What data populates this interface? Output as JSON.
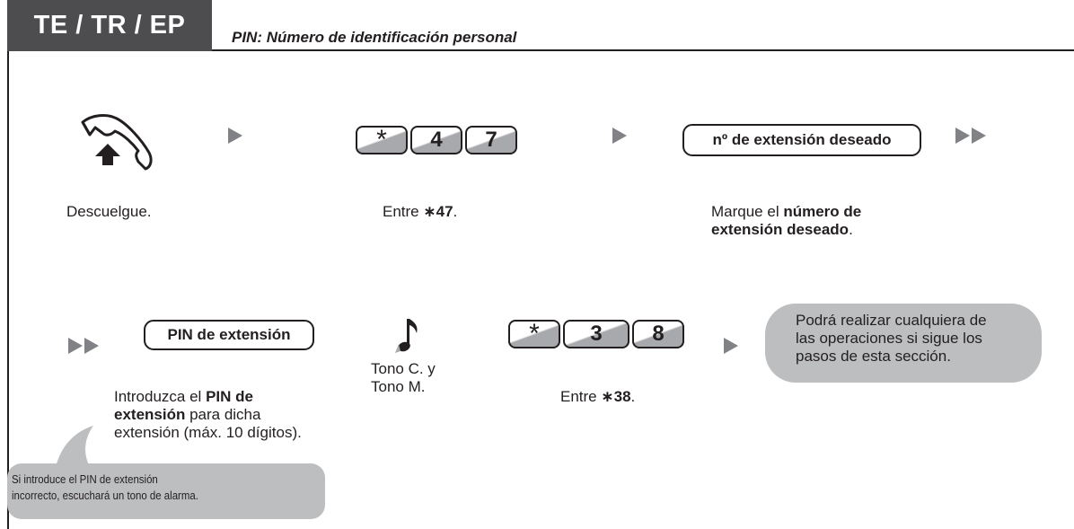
{
  "header": {
    "tab_label": "TE / TR / EP",
    "subtitle": "PIN: Número de identificación personal"
  },
  "steps": {
    "off_hook": {
      "icon": "off-hook-handset-icon",
      "label": "Descuelgue."
    },
    "code1": {
      "keys": [
        "*",
        "4",
        "7"
      ],
      "prefix": "Entre ",
      "star": "∗",
      "digits": "47",
      "suffix": "."
    },
    "dial_ext": {
      "button_label": "nº de extensión deseado",
      "text_a": "Marque el ",
      "text_b_bold": "número de",
      "text_c_bold": "extensión deseado",
      "text_d": "."
    },
    "pin": {
      "button_label": "PIN de extensión",
      "line1_a": "Introduzca el ",
      "line1_b_bold": "PIN de",
      "line2_a_bold": "extensión",
      "line2_b": " para dicha",
      "line3": "extensión (máx. 10 dígitos)."
    },
    "tone": {
      "icon": "music-note-icon",
      "line1": "Tono C. y",
      "line2": "Tono M."
    },
    "code2": {
      "keys": [
        "*",
        "3",
        "8"
      ],
      "prefix": "Entre ",
      "star": "∗",
      "digits": "38",
      "suffix": "."
    },
    "result": {
      "line1": "Podrá realizar cualquiera de",
      "line2": "las operaciones si sigue los",
      "line3": "pasos de esta sección."
    }
  },
  "note": {
    "line1": "Si introduce el PIN de extensión",
    "line2": "incorrecto, escuchará un tono de alarma."
  },
  "colors": {
    "dark": "#231f20",
    "tab": "#4d4d4f",
    "arrow": "#808285",
    "bubble": "#bcbec0"
  }
}
